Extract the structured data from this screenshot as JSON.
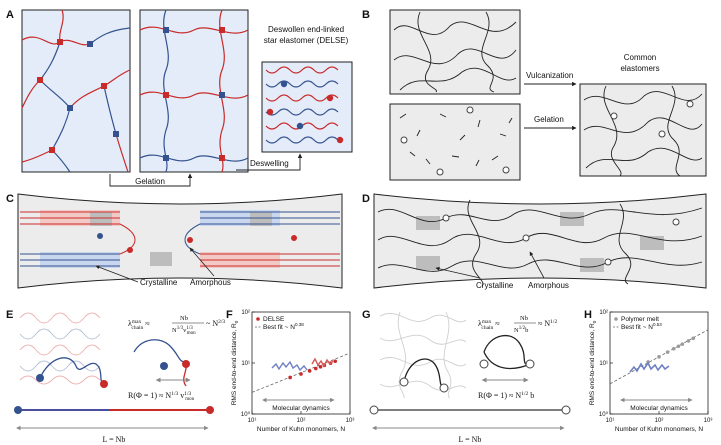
{
  "colors": {
    "red": "#c92a2a",
    "blue": "#34528f",
    "pale_blue": "#e3ecf8",
    "pale_gray": "#ececec",
    "strip_red": "#f2c9c4",
    "strip_blue": "#c9d6ef"
  },
  "panel_labels": [
    "A",
    "B",
    "C",
    "D",
    "E",
    "F",
    "G",
    "H"
  ],
  "panelA": {
    "title_line1": "Deswollen end-linked",
    "title_line2": "star elastomer (DELSE)",
    "gelation": "Gelation",
    "deswelling": "Deswelling"
  },
  "panelB": {
    "title_line1": "Common",
    "title_line2": "elastomers",
    "vulcanization": "Vulcanization",
    "gelation": "Gelation"
  },
  "panelC": {
    "crystalline": "Crystalline",
    "amorphous": "Amorphous"
  },
  "panelD": {
    "crystalline": "Crystalline",
    "amorphous": "Amorphous"
  },
  "panelE": {
    "lambda_lhs": "λ",
    "lambda_sup": "max",
    "lambda_sub": "chain",
    "lambda_eq": "≈",
    "frac_num": "Nb",
    "frac_den": "N",
    "frac_den_sup": "1/3",
    "frac_den_mid": "v",
    "frac_den_sup2": "1/3",
    "frac_den_sub2": "mon",
    "approx": "~ N",
    "approx_exp": "2/3",
    "R_formula": "R(Φ = 1) ≈ N",
    "R_exp": "1/3",
    "R_v": " v",
    "R_vexp": "1/3",
    "R_vsub": "mon",
    "L_label": "L = Nb"
  },
  "panelG": {
    "lambda_lhs": "λ",
    "lambda_sup": "max",
    "lambda_sub": "chain",
    "frac_num": "Nb",
    "frac_den": "N",
    "frac_den_sup": "1/2",
    "frac_den_b": "b",
    "approx": "≈ N",
    "approx_exp": "1/2",
    "R_formula": "R(Φ = 1) ≈ N",
    "R_exp": "1/2",
    "R_b": " b",
    "L_label": "L = Nb"
  },
  "chart_data": [
    {
      "panel": "F",
      "type": "scatter",
      "xscale": "log",
      "yscale": "log",
      "xlim": [
        10,
        1000
      ],
      "ylim": [
        1,
        100
      ],
      "xlabel": "Number of Kuhn monomers, N",
      "ylabel": "RMS end-to-end distance, R",
      "ylabel_sub": "0",
      "x_ticks": [
        "10¹",
        "10²",
        "10³"
      ],
      "y_ticks": [
        "10⁰",
        "10¹",
        "10²"
      ],
      "legend": "top-left",
      "series": [
        {
          "name": "DELSE",
          "color": "#c92a2a",
          "x": [
            60,
            100,
            150,
            200,
            250,
            300,
            400,
            500
          ],
          "y": [
            5.2,
            6.1,
            7.0,
            7.8,
            8.4,
            9.0,
            9.9,
            10.8
          ]
        },
        {
          "name": "Best fit ~ N",
          "name_exp": "0.38",
          "style": "dashed",
          "x": [
            10,
            1000
          ],
          "y": [
            2.65,
            15.7
          ]
        }
      ],
      "annotation": "Molecular dynamics"
    },
    {
      "panel": "H",
      "type": "scatter",
      "xscale": "log",
      "yscale": "log",
      "xlim": [
        10,
        1000
      ],
      "ylim": [
        1,
        100
      ],
      "xlabel": "Number of Kuhn monomers, N",
      "ylabel": "RMS end-to-end distance, R",
      "ylabel_sub": "0",
      "x_ticks": [
        "10¹",
        "10²",
        "10³"
      ],
      "y_ticks": [
        "10⁰",
        "10¹",
        "10²"
      ],
      "legend": "top-left",
      "series": [
        {
          "name": "Polymer melt",
          "color": "#9a9a9a",
          "x": [
            60,
            100,
            150,
            200,
            250,
            300,
            400,
            500
          ],
          "y": [
            10.5,
            13.2,
            16.3,
            19.0,
            21.3,
            23.4,
            27.1,
            30.5
          ]
        },
        {
          "name": "Best fit ~ N",
          "name_exp": "0.53",
          "style": "dashed",
          "x": [
            10,
            1000
          ],
          "y": [
            3.9,
            45
          ]
        }
      ],
      "annotation": "Molecular dynamics"
    }
  ]
}
